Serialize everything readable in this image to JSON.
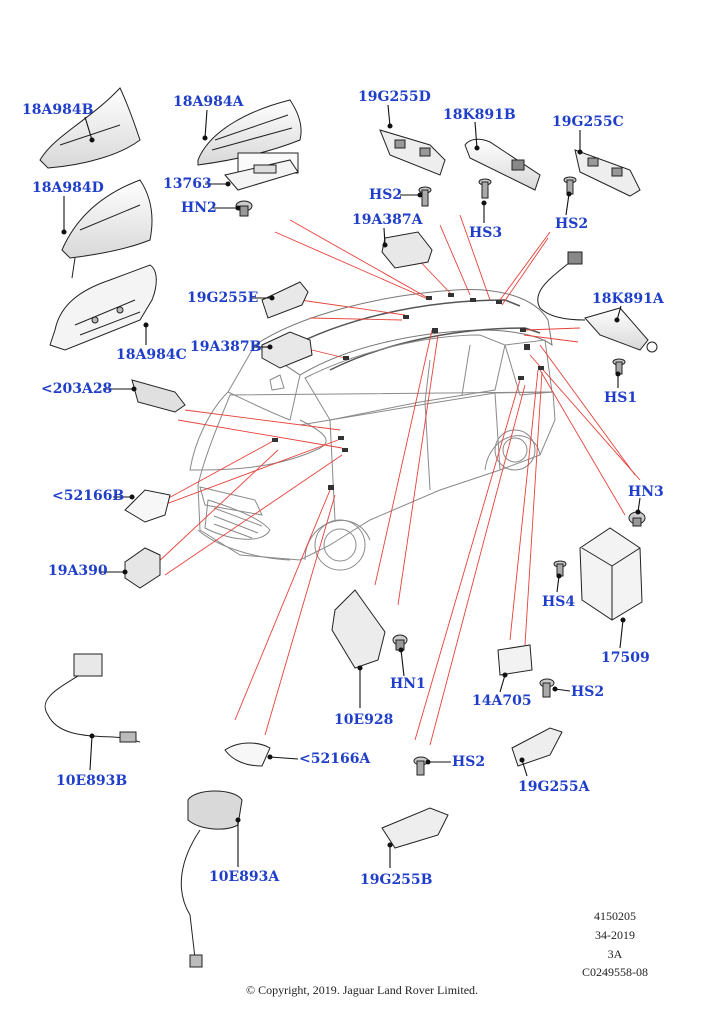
{
  "parts": {
    "p18A984B": "18A984B",
    "p18A984A": "18A984A",
    "p19G255D": "19G255D",
    "p18K891B": "18K891B",
    "p19G255C": "19G255C",
    "p18A984D": "18A984D",
    "p13763": "13763",
    "pHN2": "HN2",
    "pHS2_top": "HS2",
    "p19A387A": "19A387A",
    "pHS3": "HS3",
    "pHS2_right": "HS2",
    "p19G255E": "19G255E",
    "p18K891A": "18K891A",
    "p19A387B": "19A387B",
    "p18A984C": "18A984C",
    "pHS1": "HS1",
    "p203A28": "<203A28",
    "pHN3": "HN3",
    "p52166B": "<52166B",
    "p19A390": "19A390",
    "pHS4": "HS4",
    "p17509": "17509",
    "pHN1": "HN1",
    "p10E928": "10E928",
    "p14A705": "14A705",
    "pHS2_mid": "HS2",
    "p10E893B": "10E893B",
    "p52166A": "<52166A",
    "pHS2_low": "HS2",
    "p19G255A": "19G255A",
    "p10E893A": "10E893A",
    "p19G255B": "19G255B"
  },
  "meta": {
    "line1": "4150205",
    "line2": "34-2019",
    "line3": "3A",
    "line4": "C0249558-08"
  },
  "copyright": "© Copyright, 2019. Jaguar Land Rover Limited.",
  "colors": {
    "label": "#1f3ec9",
    "leader": "#e8413a",
    "outline": "#222222",
    "fill": "#f2f2f2"
  }
}
